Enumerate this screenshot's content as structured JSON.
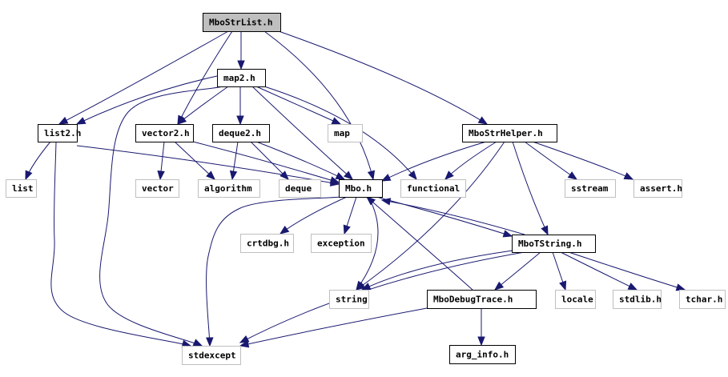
{
  "diagram": {
    "type": "include-dependency-graph",
    "colors": {
      "edge": "#191970",
      "root_fill": "#bfbfbf",
      "documented_border": "#000000",
      "external_border": "#bfbfbf",
      "node_fill": "#ffffff"
    },
    "nodes": [
      {
        "id": "MboStrList",
        "label": "MboStrList.h",
        "kind": "root"
      },
      {
        "id": "map2",
        "label": "map2.h",
        "kind": "documented"
      },
      {
        "id": "list2",
        "label": "list2.h",
        "kind": "documented"
      },
      {
        "id": "vector2",
        "label": "vector2.h",
        "kind": "documented"
      },
      {
        "id": "deque2",
        "label": "deque2.h",
        "kind": "documented"
      },
      {
        "id": "map",
        "label": "map",
        "kind": "external"
      },
      {
        "id": "MboStrHelper",
        "label": "MboStrHelper.h",
        "kind": "documented"
      },
      {
        "id": "list",
        "label": "list",
        "kind": "external"
      },
      {
        "id": "vector",
        "label": "vector",
        "kind": "external"
      },
      {
        "id": "algorithm",
        "label": "algorithm",
        "kind": "external"
      },
      {
        "id": "deque",
        "label": "deque",
        "kind": "external"
      },
      {
        "id": "Mbo",
        "label": "Mbo.h",
        "kind": "documented"
      },
      {
        "id": "functional",
        "label": "functional",
        "kind": "external"
      },
      {
        "id": "sstream",
        "label": "sstream",
        "kind": "external"
      },
      {
        "id": "assert",
        "label": "assert.h",
        "kind": "external"
      },
      {
        "id": "crtdbg",
        "label": "crtdbg.h",
        "kind": "external"
      },
      {
        "id": "exception",
        "label": "exception",
        "kind": "external"
      },
      {
        "id": "MboTString",
        "label": "MboTString.h",
        "kind": "documented"
      },
      {
        "id": "string",
        "label": "string",
        "kind": "external"
      },
      {
        "id": "MboDebugTrace",
        "label": "MboDebugTrace.h",
        "kind": "documented"
      },
      {
        "id": "locale",
        "label": "locale",
        "kind": "external"
      },
      {
        "id": "stdlib",
        "label": "stdlib.h",
        "kind": "external"
      },
      {
        "id": "tchar",
        "label": "tchar.h",
        "kind": "external"
      },
      {
        "id": "stdexcept",
        "label": "stdexcept",
        "kind": "external"
      },
      {
        "id": "arg_info",
        "label": "arg_info.h",
        "kind": "documented"
      }
    ],
    "edges": [
      {
        "from": "MboStrList",
        "to": "map2"
      },
      {
        "from": "MboStrList",
        "to": "list2"
      },
      {
        "from": "MboStrList",
        "to": "vector2"
      },
      {
        "from": "MboStrList",
        "to": "Mbo"
      },
      {
        "from": "MboStrList",
        "to": "MboStrHelper"
      },
      {
        "from": "map2",
        "to": "list2"
      },
      {
        "from": "map2",
        "to": "vector2"
      },
      {
        "from": "map2",
        "to": "deque2"
      },
      {
        "from": "map2",
        "to": "map"
      },
      {
        "from": "map2",
        "to": "Mbo"
      },
      {
        "from": "map2",
        "to": "functional"
      },
      {
        "from": "map2",
        "to": "stdexcept"
      },
      {
        "from": "list2",
        "to": "list"
      },
      {
        "from": "list2",
        "to": "Mbo"
      },
      {
        "from": "list2",
        "to": "stdexcept"
      },
      {
        "from": "vector2",
        "to": "vector"
      },
      {
        "from": "vector2",
        "to": "algorithm"
      },
      {
        "from": "vector2",
        "to": "Mbo"
      },
      {
        "from": "deque2",
        "to": "algorithm"
      },
      {
        "from": "deque2",
        "to": "deque"
      },
      {
        "from": "deque2",
        "to": "Mbo"
      },
      {
        "from": "MboStrHelper",
        "to": "Mbo"
      },
      {
        "from": "MboStrHelper",
        "to": "functional"
      },
      {
        "from": "MboStrHelper",
        "to": "sstream"
      },
      {
        "from": "MboStrHelper",
        "to": "assert"
      },
      {
        "from": "MboStrHelper",
        "to": "string"
      },
      {
        "from": "MboStrHelper",
        "to": "MboTString"
      },
      {
        "from": "Mbo",
        "to": "crtdbg"
      },
      {
        "from": "Mbo",
        "to": "exception"
      },
      {
        "from": "Mbo",
        "to": "string"
      },
      {
        "from": "Mbo",
        "to": "stdexcept"
      },
      {
        "from": "Mbo",
        "to": "MboTString"
      },
      {
        "from": "MboTString",
        "to": "Mbo"
      },
      {
        "from": "MboTString",
        "to": "string"
      },
      {
        "from": "MboTString",
        "to": "stdexcept"
      },
      {
        "from": "MboTString",
        "to": "MboDebugTrace"
      },
      {
        "from": "MboTString",
        "to": "locale"
      },
      {
        "from": "MboTString",
        "to": "stdlib"
      },
      {
        "from": "MboTString",
        "to": "tchar"
      },
      {
        "from": "MboDebugTrace",
        "to": "Mbo"
      },
      {
        "from": "MboDebugTrace",
        "to": "stdexcept"
      },
      {
        "from": "MboDebugTrace",
        "to": "arg_info"
      }
    ]
  }
}
